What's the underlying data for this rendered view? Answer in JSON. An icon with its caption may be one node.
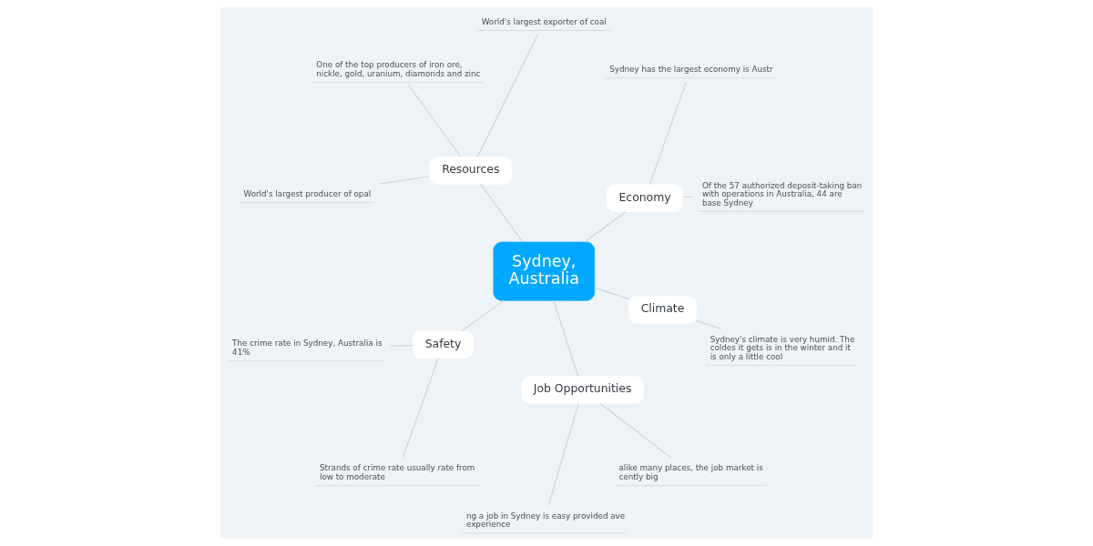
{
  "diagram": {
    "nodes": [
      {
        "text": [
          "Sydney, Australia"
        ]
      },
      {
        "text": [
          "Resources"
        ]
      },
      {
        "text": [
          "World's largest exporter of coal"
        ]
      },
      {
        "text": [
          "One of the top producers of iron ore, nickle, gold, uranium, diamonds and zinc"
        ]
      },
      {
        "text": [
          "World's largest producer of opal"
        ]
      },
      {
        "text": [
          "Economy"
        ]
      },
      {
        "text": [
          "Sydney has the largest economy is Austr"
        ]
      },
      {
        "text": [
          "Of the 57 authorized deposit-taking ban with operations in Australia, 44 are base Sydney"
        ]
      },
      {
        "text": [
          "Safety"
        ]
      },
      {
        "text": [
          "The crime rate in Sydney, Australia is 41%"
        ]
      },
      {
        "text": [
          "Strands of crime rate usually rate from low to moderate"
        ]
      },
      {
        "text": [
          "Climate"
        ]
      },
      {
        "text": [
          "Sydney's climate is very humid. The coldes it gets is in the winter and it is only a little cool"
        ]
      },
      {
        "text": [
          "Job Opportunities"
        ]
      },
      {
        "text": [
          "ng a job in Sydney is easy provided ave experience"
        ]
      },
      {
        "text": [
          "alike many places, the job market is cently big"
        ]
      }
    ],
    "edges": [
      {
        "from": 0,
        "to": 1,
        "arrow": "none"
      },
      {
        "from": 1,
        "to": 2,
        "arrow": "none"
      },
      {
        "from": 1,
        "to": 3,
        "arrow": "none"
      },
      {
        "from": 1,
        "to": 4,
        "arrow": "none"
      },
      {
        "from": 0,
        "to": 5,
        "arrow": "none"
      },
      {
        "from": 5,
        "to": 6,
        "arrow": "none"
      },
      {
        "from": 5,
        "to": 7,
        "arrow": "none"
      },
      {
        "from": 0,
        "to": 8,
        "arrow": "none"
      },
      {
        "from": 8,
        "to": 9,
        "arrow": "none"
      },
      {
        "from": 8,
        "to": 10,
        "arrow": "none"
      },
      {
        "from": 0,
        "to": 11,
        "arrow": "none"
      },
      {
        "from": 11,
        "to": 12,
        "arrow": "none"
      },
      {
        "from": 0,
        "to": 13,
        "arrow": "none"
      },
      {
        "from": 13,
        "to": 14,
        "arrow": "none"
      },
      {
        "from": 13,
        "to": 15,
        "arrow": "none"
      }
    ]
  }
}
